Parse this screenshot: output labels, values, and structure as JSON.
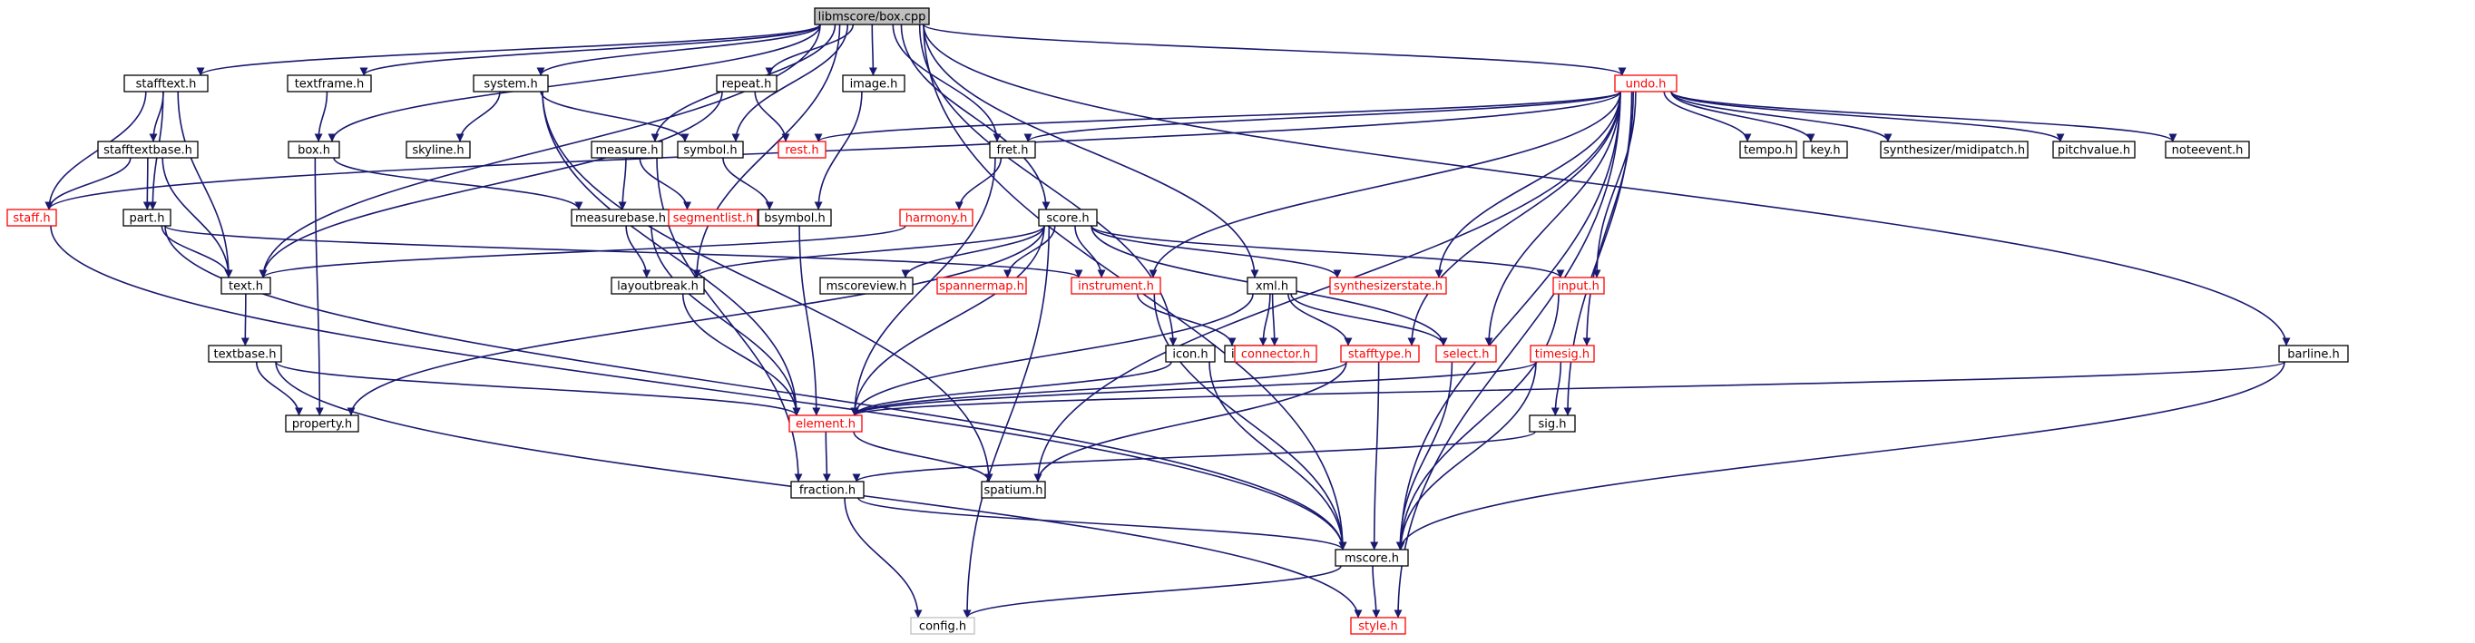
{
  "graph": {
    "title": "libmscore/box.cpp",
    "colors": {
      "edge": "#191970",
      "normal_border": "#000000",
      "incomplete_border": "#ff0000",
      "external_border": "#bfbfbf",
      "root_fill": "#bfbfbf"
    },
    "nodes": [
      {
        "id": "box_cpp",
        "label": "libmscore/box.cpp",
        "kind": "root"
      },
      {
        "id": "stafftext_h",
        "label": "stafftext.h",
        "kind": "normal"
      },
      {
        "id": "textframe_h",
        "label": "textframe.h",
        "kind": "normal"
      },
      {
        "id": "system_h",
        "label": "system.h",
        "kind": "normal"
      },
      {
        "id": "repeat_h",
        "label": "repeat.h",
        "kind": "normal"
      },
      {
        "id": "image_h",
        "label": "image.h",
        "kind": "normal"
      },
      {
        "id": "undo_h",
        "label": "undo.h",
        "kind": "red"
      },
      {
        "id": "stafftextbase_h",
        "label": "stafftextbase.h",
        "kind": "normal"
      },
      {
        "id": "box_h",
        "label": "box.h",
        "kind": "normal"
      },
      {
        "id": "skyline_h",
        "label": "skyline.h",
        "kind": "normal"
      },
      {
        "id": "symbol_h",
        "label": "symbol.h",
        "kind": "normal"
      },
      {
        "id": "rest_h",
        "label": "rest.h",
        "kind": "red"
      },
      {
        "id": "measure_h",
        "label": "measure.h",
        "kind": "normal"
      },
      {
        "id": "fret_h",
        "label": "fret.h",
        "kind": "normal"
      },
      {
        "id": "tempo_h",
        "label": "tempo.h",
        "kind": "normal"
      },
      {
        "id": "key_h",
        "label": "key.h",
        "kind": "normal"
      },
      {
        "id": "synthesizer_midipatch_h",
        "label": "synthesizer/midipatch.h",
        "kind": "normal"
      },
      {
        "id": "pitchvalue_h",
        "label": "pitchvalue.h",
        "kind": "normal"
      },
      {
        "id": "noteevent_h",
        "label": "noteevent.h",
        "kind": "normal"
      },
      {
        "id": "staff_h",
        "label": "staff.h",
        "kind": "red"
      },
      {
        "id": "part_h",
        "label": "part.h",
        "kind": "normal"
      },
      {
        "id": "measurebase_h",
        "label": "measurebase.h",
        "kind": "normal"
      },
      {
        "id": "segmentlist_h",
        "label": "segmentlist.h",
        "kind": "red"
      },
      {
        "id": "bsymbol_h",
        "label": "bsymbol.h",
        "kind": "normal"
      },
      {
        "id": "harmony_h",
        "label": "harmony.h",
        "kind": "red"
      },
      {
        "id": "score_h",
        "label": "score.h",
        "kind": "normal"
      },
      {
        "id": "text_h",
        "label": "text.h",
        "kind": "normal"
      },
      {
        "id": "layoutbreak_h",
        "label": "layoutbreak.h",
        "kind": "normal"
      },
      {
        "id": "mscoreview_h",
        "label": "mscoreview.h",
        "kind": "normal"
      },
      {
        "id": "spannermap_h",
        "label": "spannermap.h",
        "kind": "red"
      },
      {
        "id": "instrument_h",
        "label": "instrument.h",
        "kind": "red"
      },
      {
        "id": "xml_h",
        "label": "xml.h",
        "kind": "normal"
      },
      {
        "id": "synthesizerstate_h",
        "label": "synthesizerstate.h",
        "kind": "red"
      },
      {
        "id": "input_h",
        "label": "input.h",
        "kind": "red"
      },
      {
        "id": "textbase_h",
        "label": "textbase.h",
        "kind": "normal"
      },
      {
        "id": "interval_h",
        "label": "interval.h",
        "kind": "normal"
      },
      {
        "id": "icon_h",
        "label": "icon.h",
        "kind": "normal"
      },
      {
        "id": "connector_h",
        "label": "connector.h",
        "kind": "red"
      },
      {
        "id": "stafftype_h",
        "label": "stafftype.h",
        "kind": "red"
      },
      {
        "id": "select_h",
        "label": "select.h",
        "kind": "red"
      },
      {
        "id": "timesig_h",
        "label": "timesig.h",
        "kind": "red"
      },
      {
        "id": "barline_h",
        "label": "barline.h",
        "kind": "normal"
      },
      {
        "id": "property_h",
        "label": "property.h",
        "kind": "normal"
      },
      {
        "id": "element_h",
        "label": "element.h",
        "kind": "red"
      },
      {
        "id": "sig_h",
        "label": "sig.h",
        "kind": "normal"
      },
      {
        "id": "fraction_h",
        "label": "fraction.h",
        "kind": "normal"
      },
      {
        "id": "spatium_h",
        "label": "spatium.h",
        "kind": "normal"
      },
      {
        "id": "mscore_h",
        "label": "mscore.h",
        "kind": "normal"
      },
      {
        "id": "config_h",
        "label": "config.h",
        "kind": "gray"
      },
      {
        "id": "style_h",
        "label": "style.h",
        "kind": "red"
      }
    ]
  }
}
